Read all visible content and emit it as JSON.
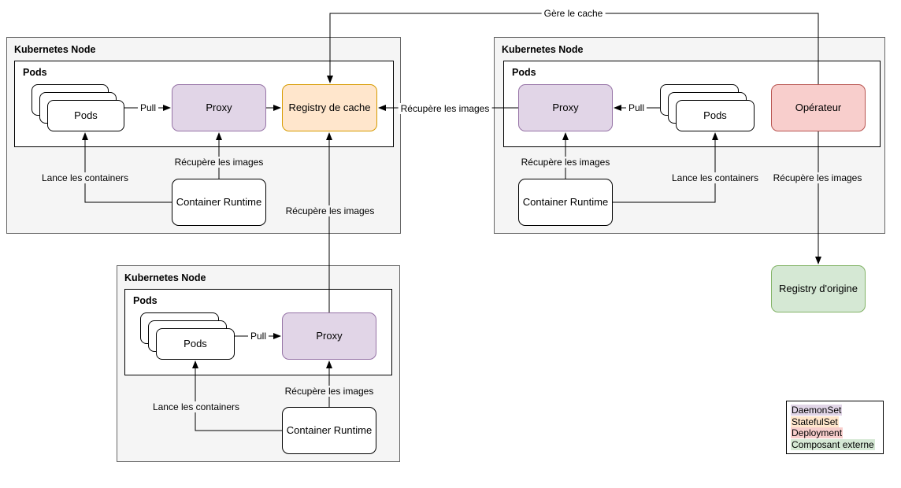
{
  "nodes": {
    "top_left": {
      "title": "Kubernetes Node",
      "pods_group": "Pods",
      "pod": "Pods",
      "proxy": "Proxy",
      "registry_cache": "Registry de cache",
      "runtime": "Container Runtime"
    },
    "top_right": {
      "title": "Kubernetes Node",
      "pods_group": "Pods",
      "pod": "Pods",
      "proxy": "Proxy",
      "operator": "Opérateur",
      "runtime": "Container Runtime"
    },
    "bottom": {
      "title": "Kubernetes Node",
      "pods_group": "Pods",
      "pod": "Pods",
      "proxy": "Proxy",
      "runtime": "Container Runtime"
    }
  },
  "external": {
    "registry_origin": "Registry d'origine"
  },
  "edge_labels": {
    "pull": "Pull",
    "fetch_images": "Récupère les images",
    "launch_containers": "Lance les containers",
    "manage_cache": "Gère le cache"
  },
  "legend": {
    "items": [
      {
        "label": "DaemonSet",
        "color": "#e1d5e7"
      },
      {
        "label": "StatefulSet",
        "color": "#ffe6cc"
      },
      {
        "label": "Deployment",
        "color": "#f8cecc"
      },
      {
        "label": "Composant externe",
        "color": "#d5e8d4"
      }
    ]
  },
  "colors": {
    "daemonset_fill": "#e1d5e7",
    "daemonset_stroke": "#9673a6",
    "statefulset_fill": "#ffe6cc",
    "statefulset_stroke": "#d79b00",
    "deployment_fill": "#f8cecc",
    "deployment_stroke": "#b85450",
    "external_fill": "#d5e8d4",
    "external_stroke": "#82b366",
    "node_fill": "#f5f5f5",
    "node_stroke": "#666666",
    "line": "#000000"
  }
}
